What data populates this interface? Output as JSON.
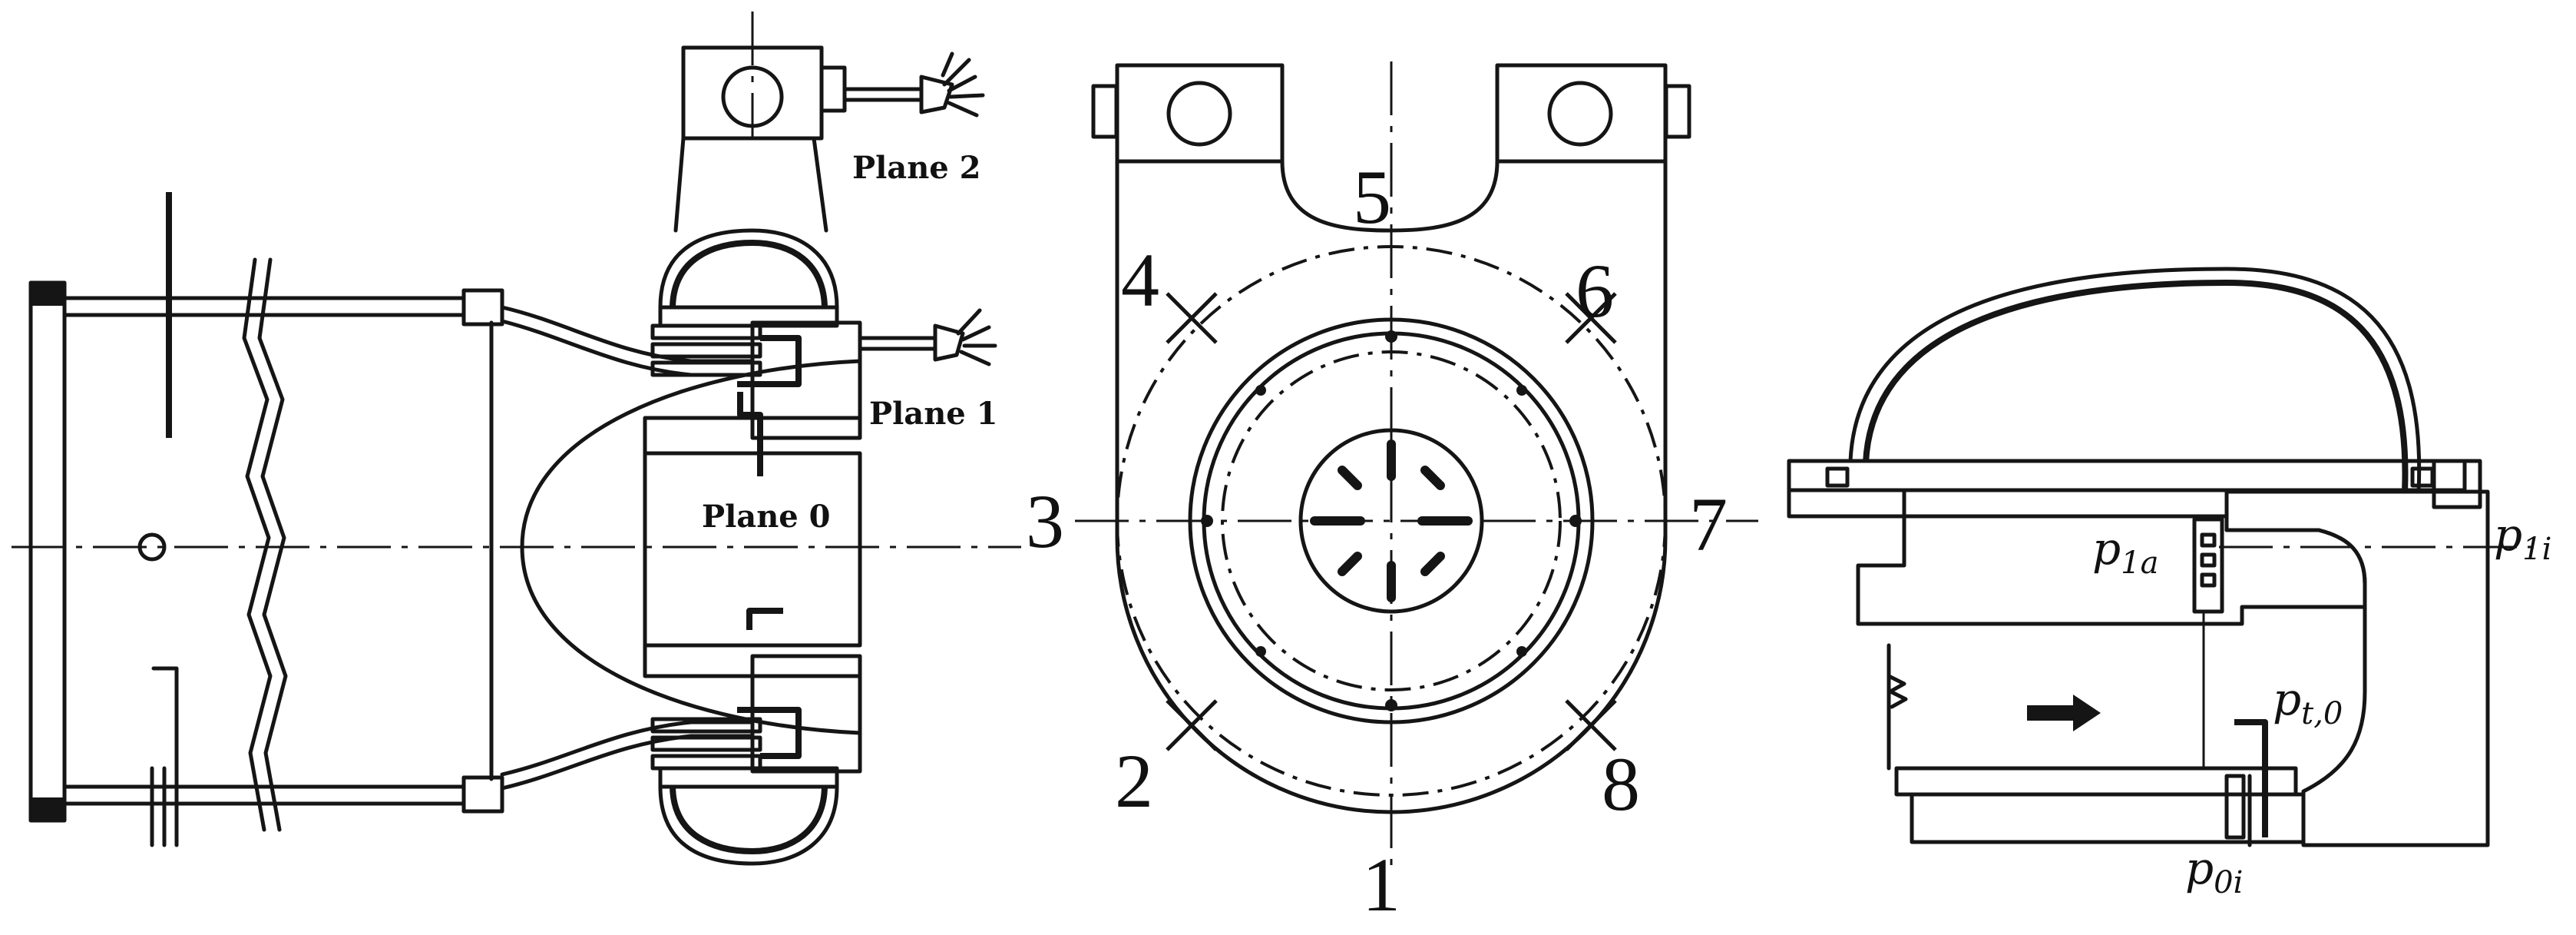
{
  "labels": {
    "plane0": "Plane 0",
    "plane1": "Plane 1",
    "plane2": "Plane 2"
  },
  "positions": [
    "1",
    "2",
    "3",
    "4",
    "5",
    "6",
    "7",
    "8"
  ],
  "symbols": {
    "p1a": {
      "base": "p",
      "sub": "1a"
    },
    "p1i": {
      "base": "p",
      "sub": "1i"
    },
    "pt0": {
      "base": "p",
      "sub": "t,0"
    },
    "p0i": {
      "base": "p",
      "sub": "0i"
    }
  }
}
